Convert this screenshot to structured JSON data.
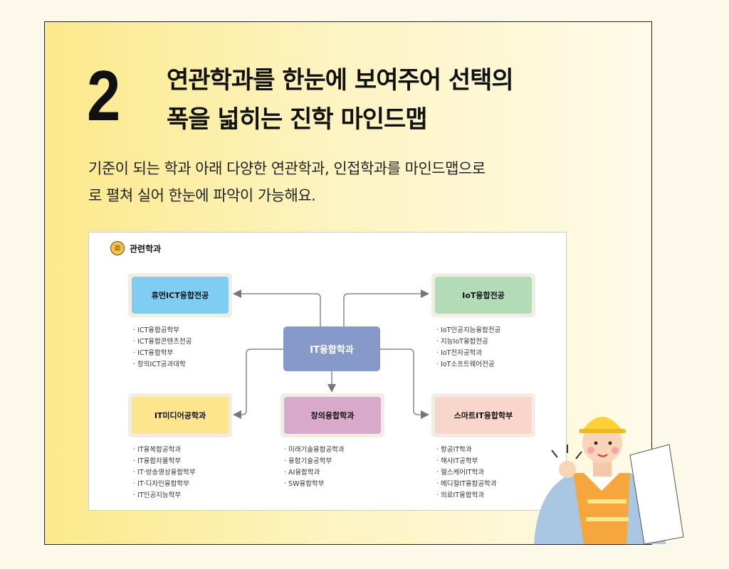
{
  "number": "2",
  "title": {
    "line1": "연관학과를 한눈에 보여주어 선택의",
    "line2": "폭을 넓히는 진학 마인드맵"
  },
  "description": {
    "line1": "기준이 되는 학과 아래 다양한 연관학과, 인접학과를 마인드맵으로",
    "line2": "로 펼쳐 실어 한눈에 파악이 가능해요."
  },
  "card": {
    "title": "관련학과",
    "center": "IT융합학과",
    "nodes": [
      {
        "label": "휴먼ICT융합전공",
        "color": "#7fcdf3",
        "items": [
          "ICT융합공학부",
          "ICT융합콘텐츠전공",
          "ICT융합학부",
          "창의ICT공과대학"
        ]
      },
      {
        "label": "IoT융합전공",
        "color": "#b3dbb7",
        "items": [
          "IoT인공지능융합전공",
          "지능IoT융합전공",
          "IoT전자공학과",
          "IoT소프트웨어전공"
        ]
      },
      {
        "label": "IT미디어공학과",
        "color": "#fde58e",
        "items": [
          "IT융복합공학과",
          "IT융합자율학부",
          "IT·방송영상융합학부",
          "IT·디자인융합학부",
          "IT인공지능학부"
        ]
      },
      {
        "label": "창의융합학과",
        "color": "#d9a9cc",
        "items": [
          "미래기술융합공학과",
          "융합기술공학부",
          "AI융합학과",
          "SW융합학부"
        ]
      },
      {
        "label": "스마트IT융합학부",
        "color": "#f8d6cc",
        "items": [
          "항공IT학과",
          "해사IT공학부",
          "헬스케어IT학과",
          "메디컬IT융합공학과",
          "의료IT융합학과"
        ]
      }
    ]
  }
}
